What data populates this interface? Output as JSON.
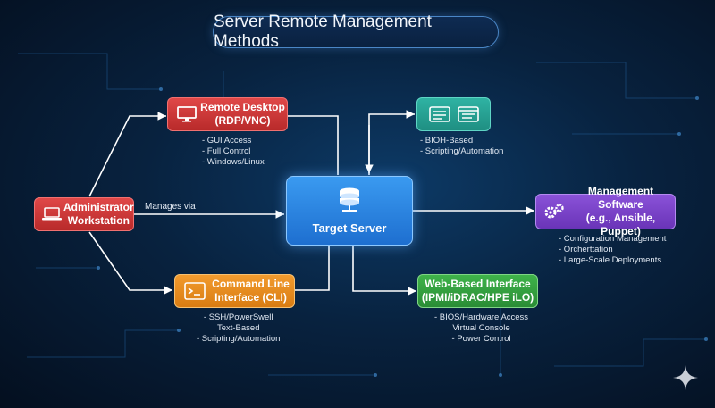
{
  "title": "Server Remote Management Methods",
  "nodes": {
    "admin": {
      "lines": [
        "Administrator",
        "Workstation"
      ],
      "icon": "laptop-icon",
      "color": "#d23a3a"
    },
    "rdp": {
      "lines": [
        "Remote Desktop",
        "(RDP/VNC)"
      ],
      "icon": "monitor-icon",
      "color": "#d23a3a"
    },
    "bios": {
      "icon": "terminal-window-icon",
      "color": "#27a595"
    },
    "server": {
      "label": "Target Server",
      "icon": "database-server-icon",
      "color": "#2f86e6"
    },
    "mgmt": {
      "lines": [
        "Management Software",
        "(e.g., Ansible, Puppet)"
      ],
      "icon": "gears-icon",
      "color": "#7a44c8"
    },
    "cli": {
      "lines": [
        "Command Line",
        "Interface (CLI)"
      ],
      "icon": "console-icon",
      "color": "#e88c20"
    },
    "web": {
      "lines": [
        "Web-Based Interface",
        "(IPMI/iDRAC/HPE iLO)"
      ],
      "color": "#35a040"
    }
  },
  "notes": {
    "rdp": [
      "- GUI Access",
      "- Full Control",
      "- Windows/Linux"
    ],
    "bios": [
      "- BIOH-Based",
      "- Scripting/Automation"
    ],
    "mgmt": [
      "- Configuration Management",
      "- Orcherttation",
      "- Large-Scale Deployments"
    ],
    "cli": [
      "- SSH/PowerSwell",
      "Text-Based",
      "- Scripting/Automation"
    ],
    "web": [
      "- BIOS/Hardware Access",
      "Virtual Console",
      "- Power Control"
    ]
  },
  "edge_labels": {
    "manages_via": "Manages via"
  },
  "decor": {
    "sparkle": "sparkle-icon"
  }
}
